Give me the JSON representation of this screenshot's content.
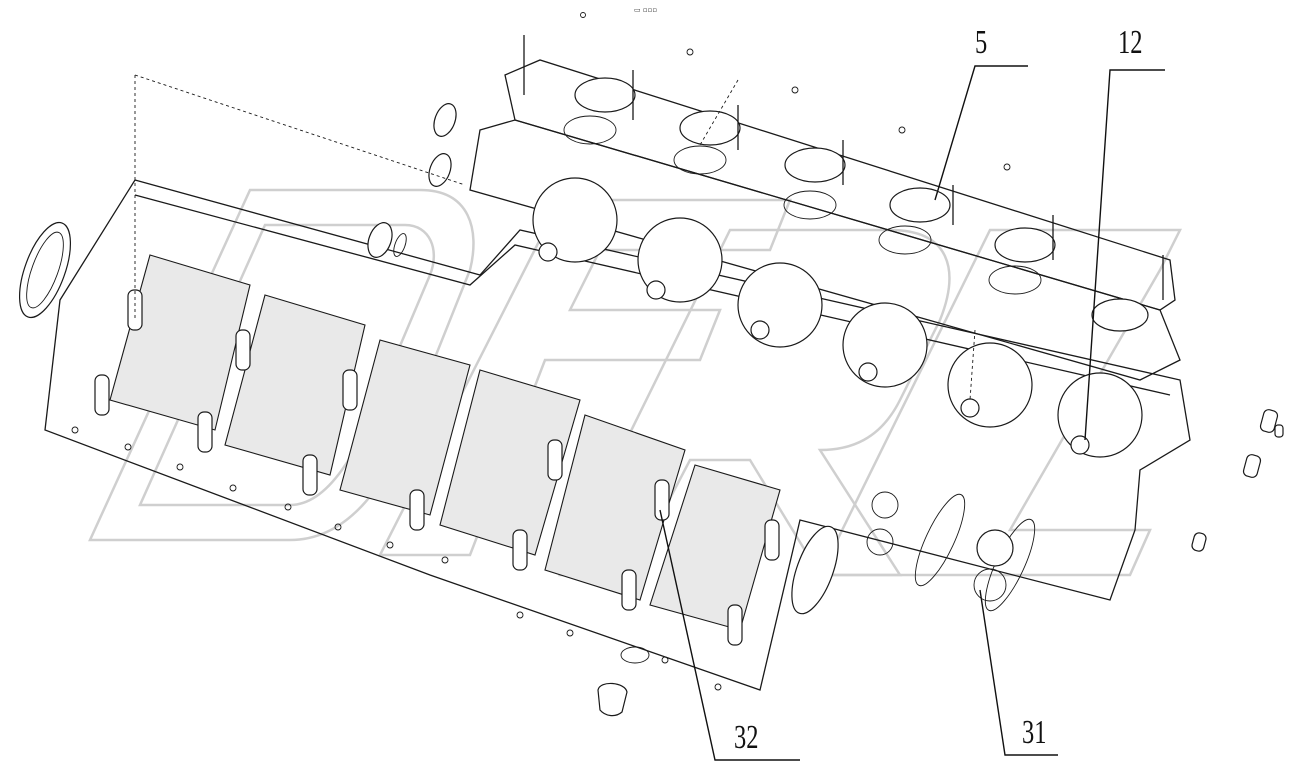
{
  "drawing": {
    "type": "exploded-view parts diagram",
    "subject": "V-type engine cylinder block (crankcase) with main bearing caps, bolts, seals and plugs",
    "tiny_mark": "▭ ▫▫▫"
  },
  "callouts": [
    {
      "id": "c5",
      "label": "5"
    },
    {
      "id": "c12",
      "label": "12"
    },
    {
      "id": "c31",
      "label": "31"
    },
    {
      "id": "c32",
      "label": "32"
    }
  ],
  "watermark": {
    "text": "DFZR",
    "color": "#cfcfcf"
  }
}
